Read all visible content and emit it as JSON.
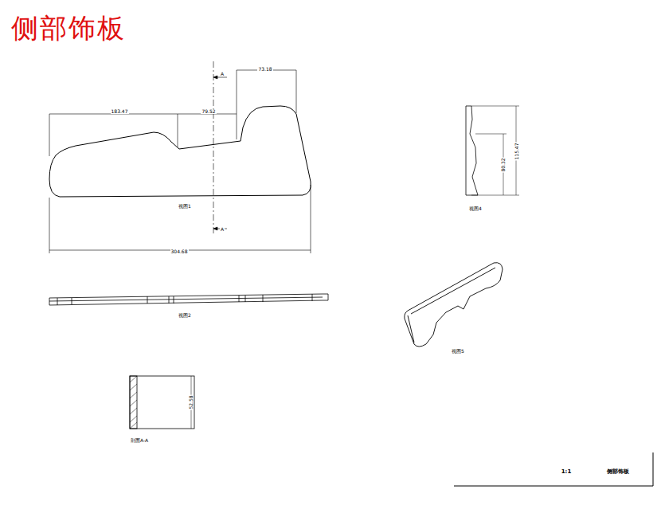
{
  "diagram": {
    "title": "侧部饰板",
    "labels": [
      "73.18",
      "A",
      "183.47",
      "79.52",
      "视图1",
      "A",
      "304.68",
      "视图2",
      "115.47",
      "80.32",
      "视图4",
      "视图5",
      "52.58",
      "剖面A-A",
      "1:1",
      "侧部饰板"
    ]
  }
}
